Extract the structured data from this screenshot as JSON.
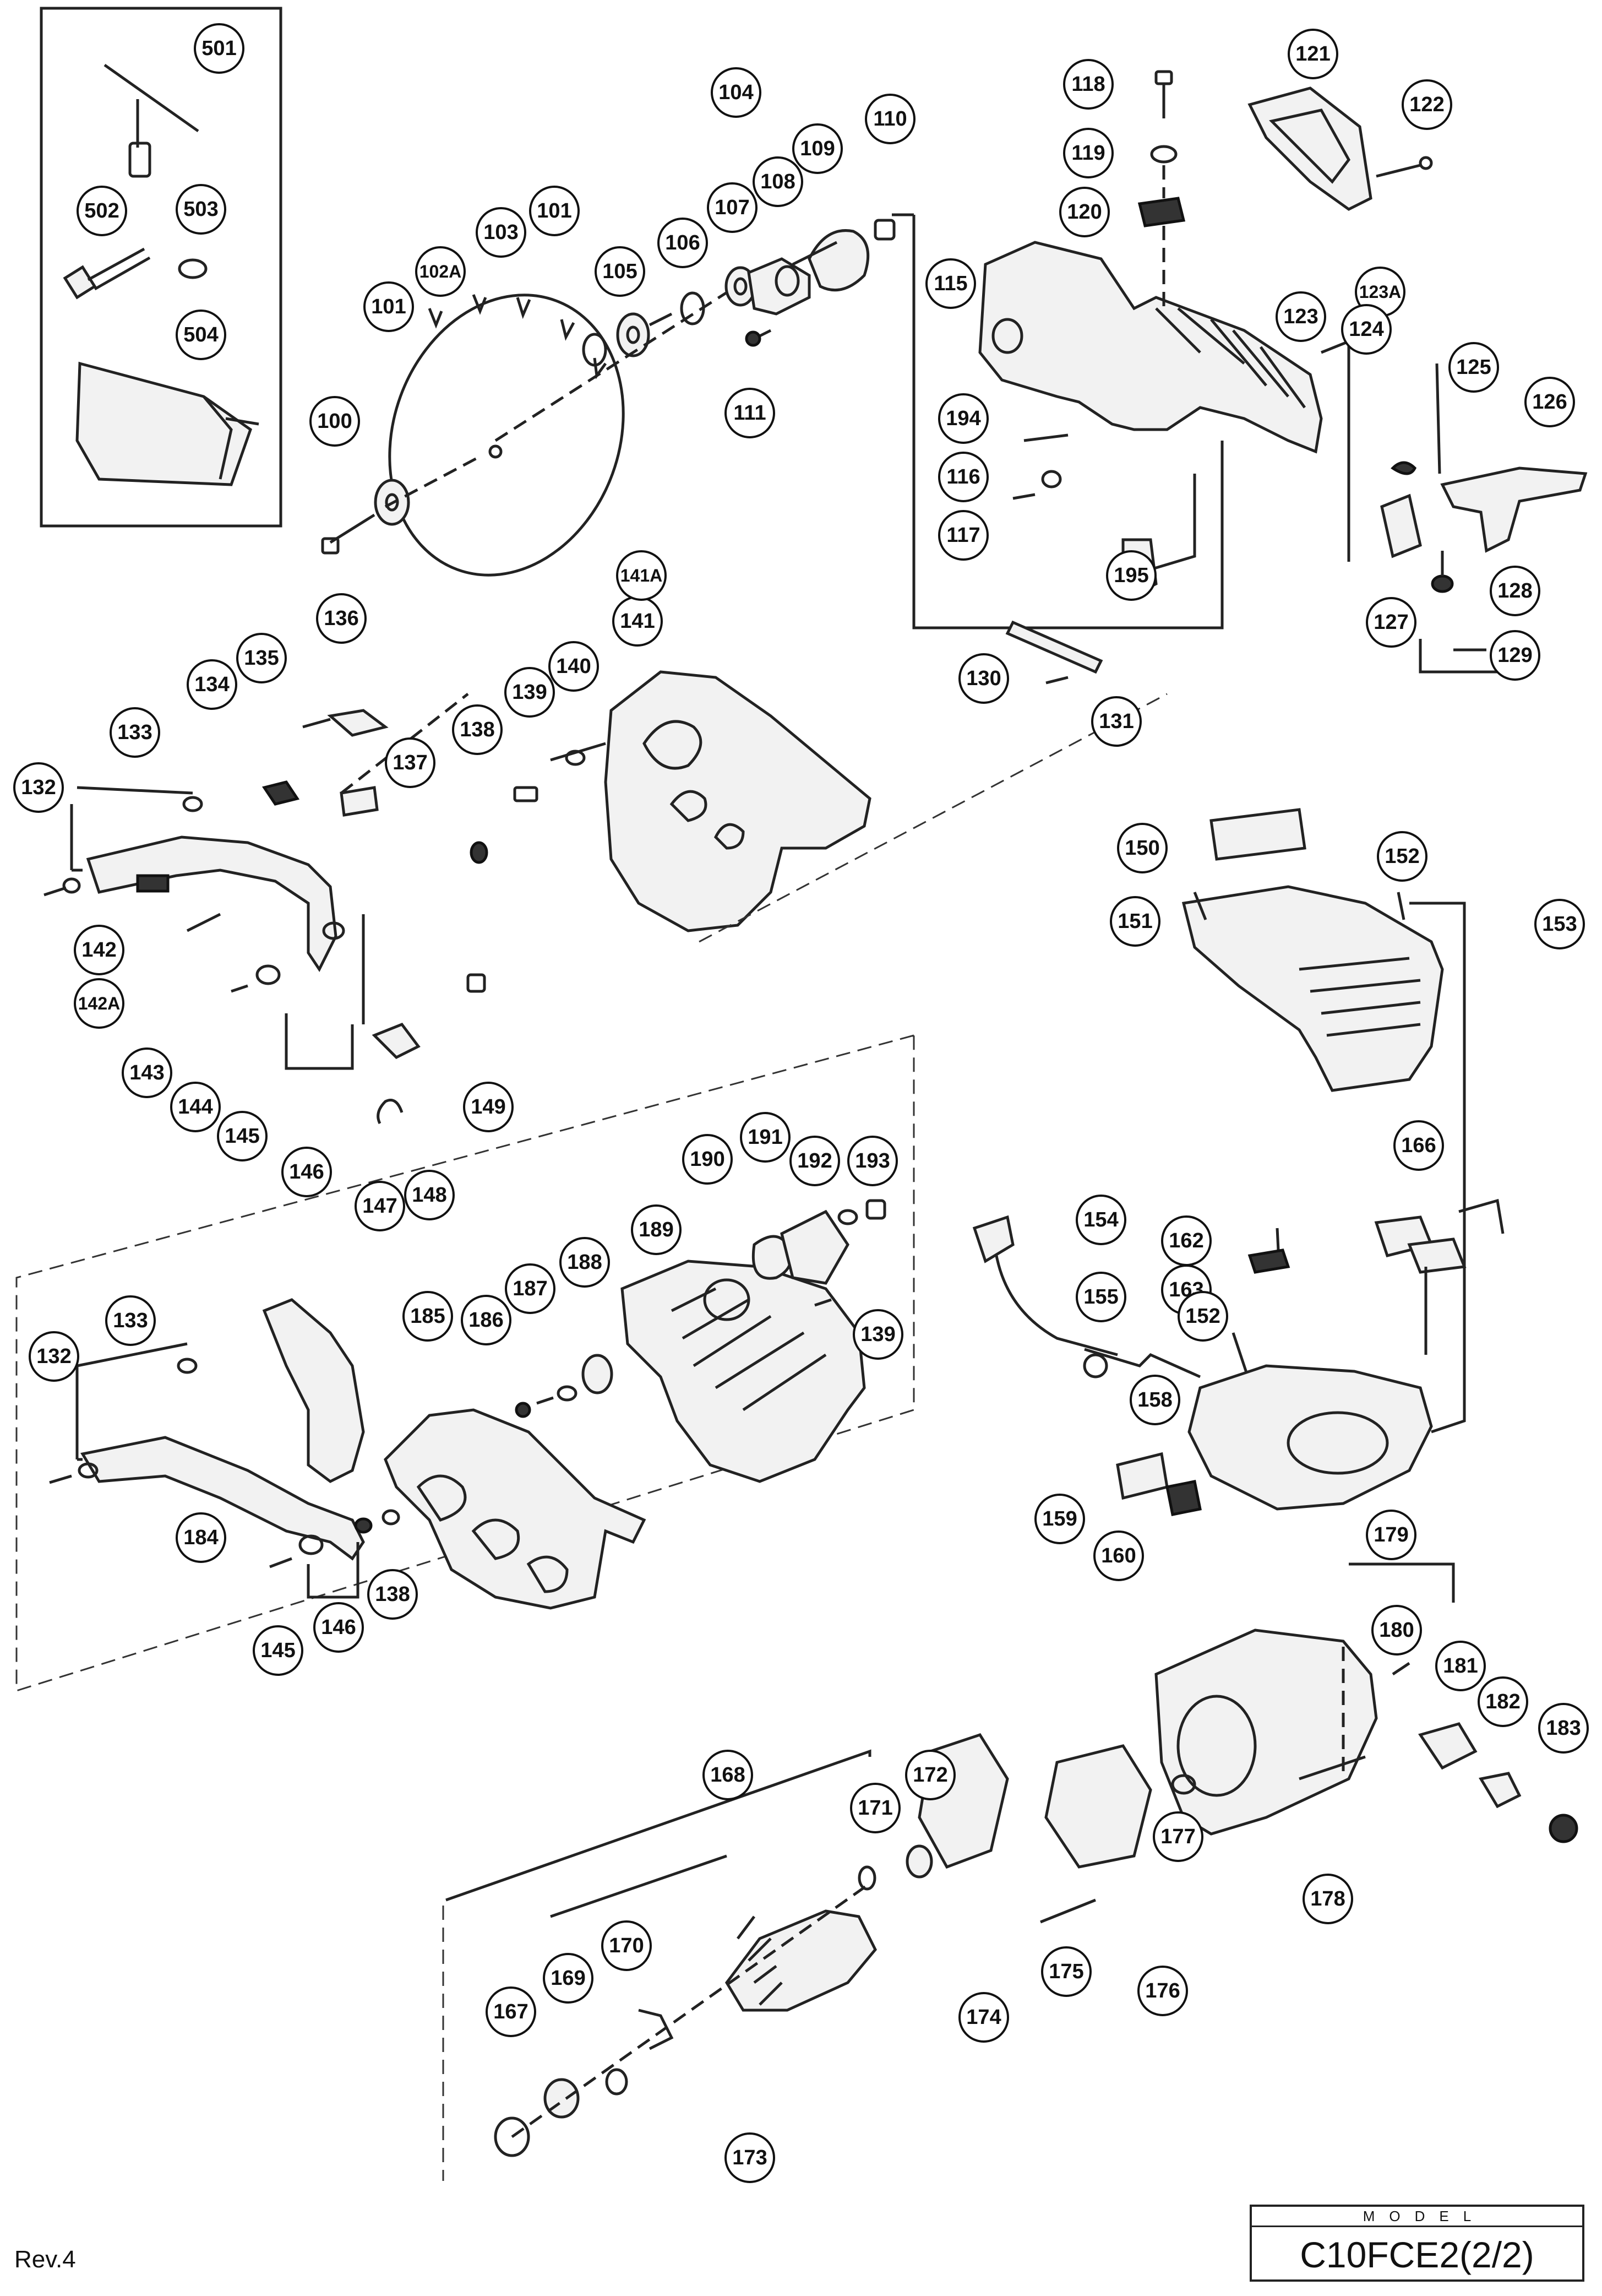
{
  "revision": "Rev.4",
  "model_block": {
    "label": "MODEL",
    "number": "C10FCE2(2/2)"
  },
  "callouts": [
    {
      "id": "c501",
      "label": "501"
    },
    {
      "id": "c502",
      "label": "502"
    },
    {
      "id": "c503",
      "label": "503"
    },
    {
      "id": "c504",
      "label": "504"
    },
    {
      "id": "c100",
      "label": "100"
    },
    {
      "id": "c101a",
      "label": "101"
    },
    {
      "id": "c102A",
      "label": "102A"
    },
    {
      "id": "c103",
      "label": "103"
    },
    {
      "id": "c101b",
      "label": "101"
    },
    {
      "id": "c104",
      "label": "104"
    },
    {
      "id": "c105",
      "label": "105"
    },
    {
      "id": "c106",
      "label": "106"
    },
    {
      "id": "c107",
      "label": "107"
    },
    {
      "id": "c108",
      "label": "108"
    },
    {
      "id": "c109",
      "label": "109"
    },
    {
      "id": "c110",
      "label": "110"
    },
    {
      "id": "c111",
      "label": "111"
    },
    {
      "id": "c115",
      "label": "115"
    },
    {
      "id": "c116",
      "label": "116"
    },
    {
      "id": "c117",
      "label": "117"
    },
    {
      "id": "c118",
      "label": "118"
    },
    {
      "id": "c119",
      "label": "119"
    },
    {
      "id": "c120",
      "label": "120"
    },
    {
      "id": "c121",
      "label": "121"
    },
    {
      "id": "c122",
      "label": "122"
    },
    {
      "id": "c123",
      "label": "123"
    },
    {
      "id": "c123A",
      "label": "123A"
    },
    {
      "id": "c124",
      "label": "124"
    },
    {
      "id": "c125",
      "label": "125"
    },
    {
      "id": "c126",
      "label": "126"
    },
    {
      "id": "c127",
      "label": "127"
    },
    {
      "id": "c128",
      "label": "128"
    },
    {
      "id": "c129",
      "label": "129"
    },
    {
      "id": "c130",
      "label": "130"
    },
    {
      "id": "c131",
      "label": "131"
    },
    {
      "id": "c194",
      "label": "194"
    },
    {
      "id": "c195",
      "label": "195"
    },
    {
      "id": "c132a",
      "label": "132"
    },
    {
      "id": "c133a",
      "label": "133"
    },
    {
      "id": "c134",
      "label": "134"
    },
    {
      "id": "c135",
      "label": "135"
    },
    {
      "id": "c136",
      "label": "136"
    },
    {
      "id": "c137",
      "label": "137"
    },
    {
      "id": "c138a",
      "label": "138"
    },
    {
      "id": "c139a",
      "label": "139"
    },
    {
      "id": "c140",
      "label": "140"
    },
    {
      "id": "c141",
      "label": "141"
    },
    {
      "id": "c141A",
      "label": "141A"
    },
    {
      "id": "c142",
      "label": "142"
    },
    {
      "id": "c142A",
      "label": "142A"
    },
    {
      "id": "c143",
      "label": "143"
    },
    {
      "id": "c144",
      "label": "144"
    },
    {
      "id": "c145a",
      "label": "145"
    },
    {
      "id": "c146a",
      "label": "146"
    },
    {
      "id": "c147",
      "label": "147"
    },
    {
      "id": "c148",
      "label": "148"
    },
    {
      "id": "c149",
      "label": "149"
    },
    {
      "id": "c150",
      "label": "150"
    },
    {
      "id": "c151",
      "label": "151"
    },
    {
      "id": "c152a",
      "label": "152"
    },
    {
      "id": "c153",
      "label": "153"
    },
    {
      "id": "c154",
      "label": "154"
    },
    {
      "id": "c155",
      "label": "155"
    },
    {
      "id": "c162",
      "label": "162"
    },
    {
      "id": "c163",
      "label": "163"
    },
    {
      "id": "c166",
      "label": "166"
    },
    {
      "id": "c152b",
      "label": "152"
    },
    {
      "id": "c158",
      "label": "158"
    },
    {
      "id": "c159",
      "label": "159"
    },
    {
      "id": "c160",
      "label": "160"
    },
    {
      "id": "c179",
      "label": "179"
    },
    {
      "id": "c180",
      "label": "180"
    },
    {
      "id": "c181",
      "label": "181"
    },
    {
      "id": "c182",
      "label": "182"
    },
    {
      "id": "c183",
      "label": "183"
    },
    {
      "id": "c177",
      "label": "177"
    },
    {
      "id": "c178",
      "label": "178"
    },
    {
      "id": "c176",
      "label": "176"
    },
    {
      "id": "c175",
      "label": "175"
    },
    {
      "id": "c174",
      "label": "174"
    },
    {
      "id": "c172",
      "label": "172"
    },
    {
      "id": "c171",
      "label": "171"
    },
    {
      "id": "c168",
      "label": "168"
    },
    {
      "id": "c170",
      "label": "170"
    },
    {
      "id": "c169",
      "label": "169"
    },
    {
      "id": "c167",
      "label": "167"
    },
    {
      "id": "c173",
      "label": "173"
    },
    {
      "id": "c193",
      "label": "193"
    },
    {
      "id": "c192",
      "label": "192"
    },
    {
      "id": "c191",
      "label": "191"
    },
    {
      "id": "c190",
      "label": "190"
    },
    {
      "id": "c189",
      "label": "189"
    },
    {
      "id": "c188",
      "label": "188"
    },
    {
      "id": "c187",
      "label": "187"
    },
    {
      "id": "c186",
      "label": "186"
    },
    {
      "id": "c185",
      "label": "185"
    },
    {
      "id": "c139b",
      "label": "139"
    },
    {
      "id": "c132b",
      "label": "132"
    },
    {
      "id": "c133b",
      "label": "133"
    },
    {
      "id": "c184",
      "label": "184"
    },
    {
      "id": "c145b",
      "label": "145"
    },
    {
      "id": "c146b",
      "label": "146"
    },
    {
      "id": "c138b",
      "label": "138"
    }
  ]
}
